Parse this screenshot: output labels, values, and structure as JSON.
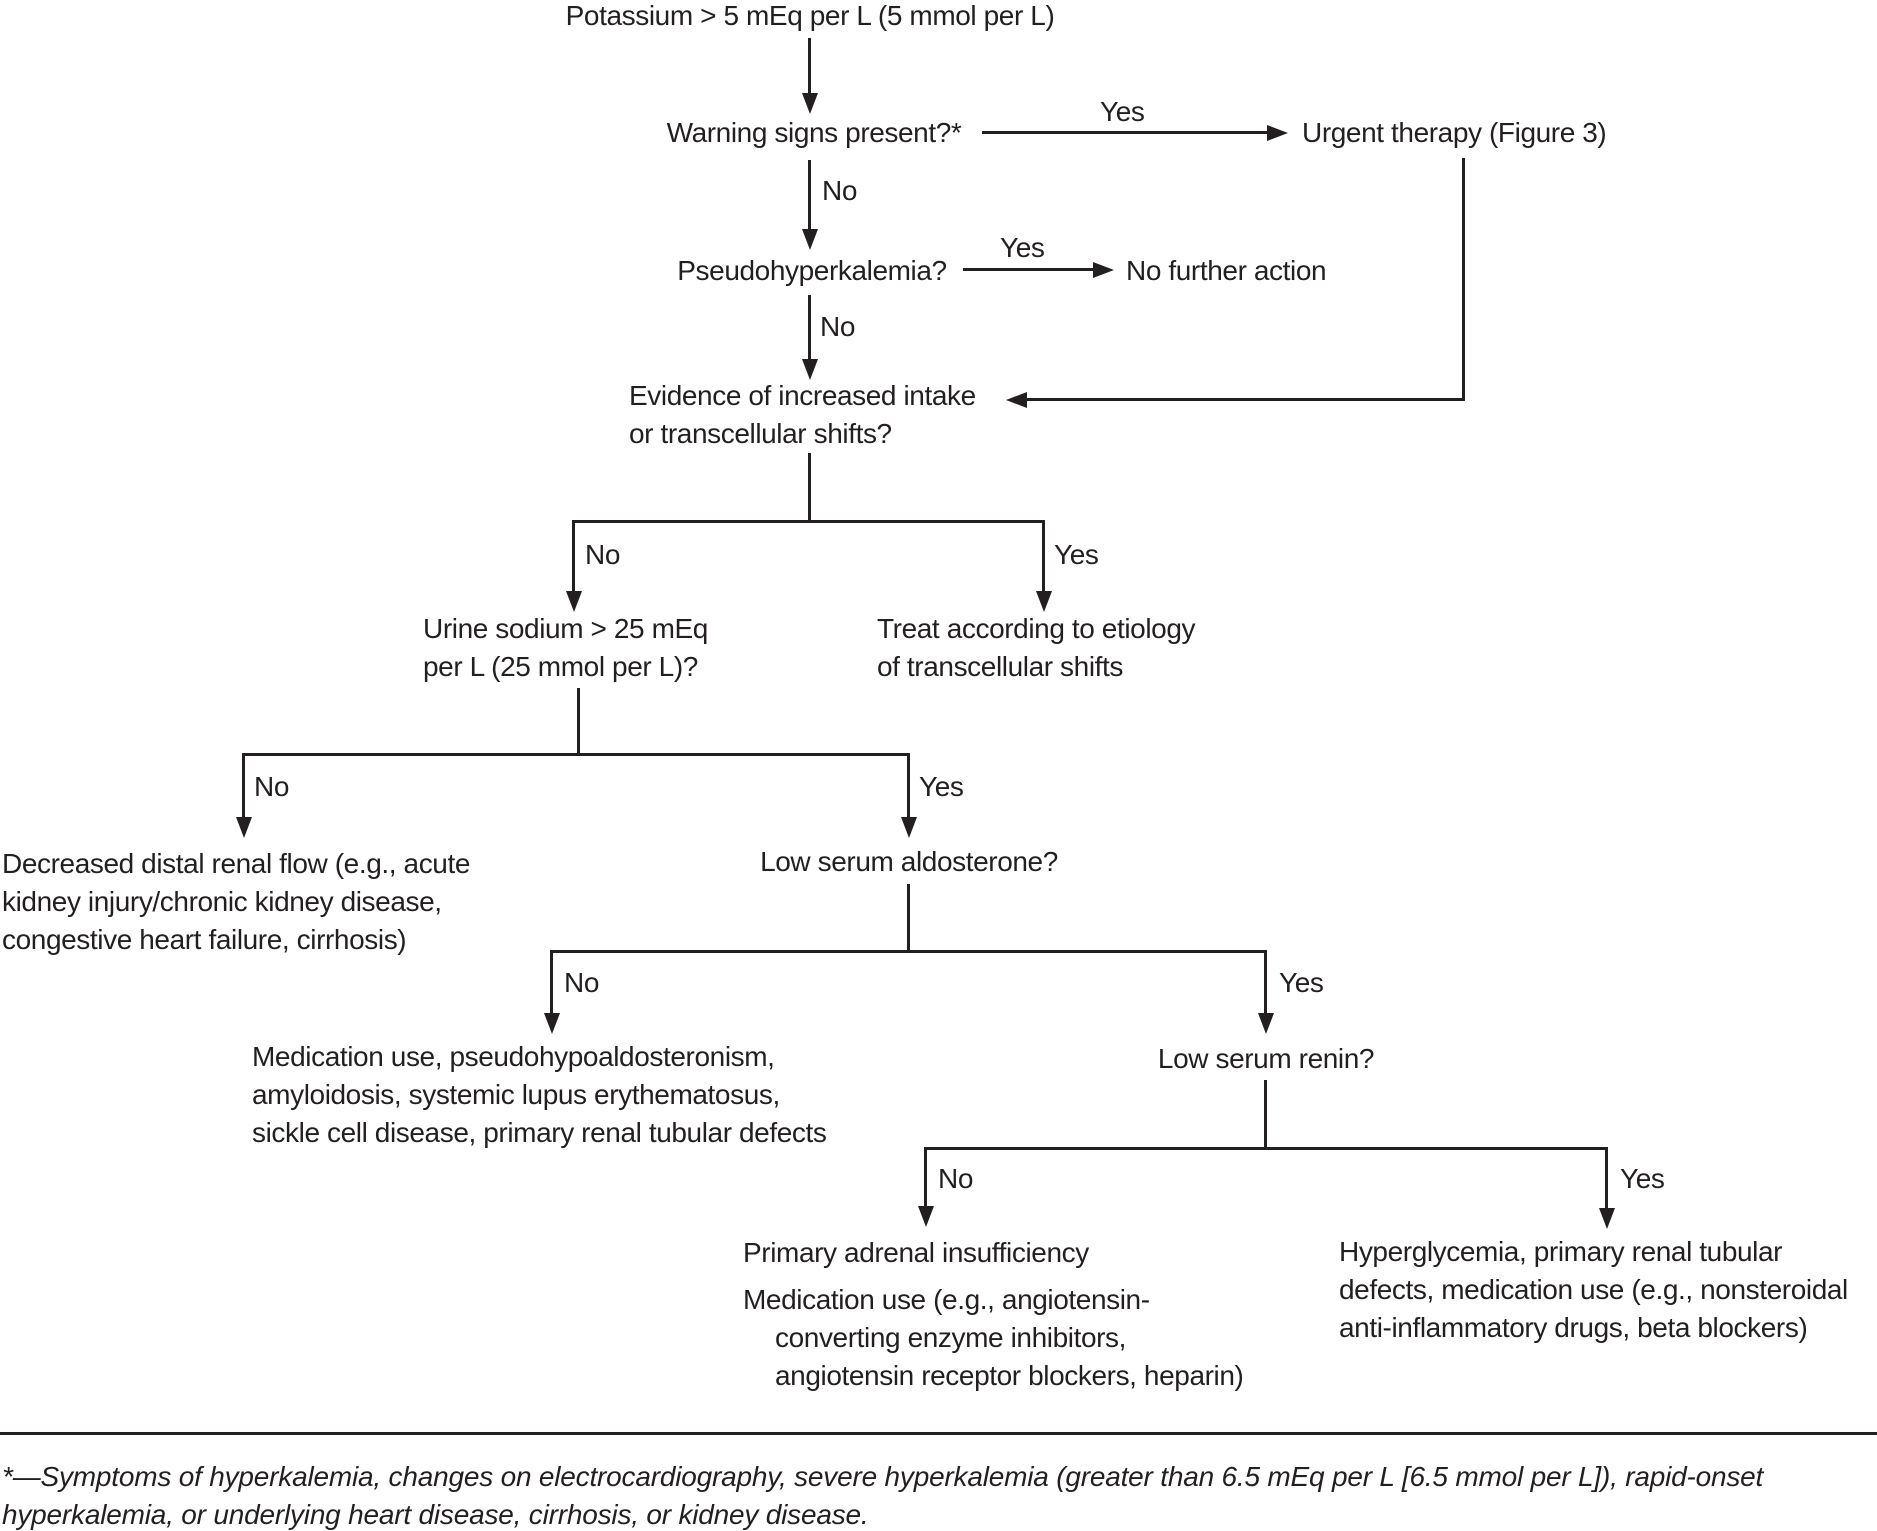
{
  "labels": {
    "yes": "Yes",
    "no": "No"
  },
  "flowchart": {
    "start": "Potassium > 5 mEq per L (5 mmol per L)",
    "warning_question": "Warning signs present?*",
    "urgent_therapy": "Urgent therapy (Figure 3)",
    "pseudo_question": "Pseudohyperkalemia?",
    "no_further_action": "No further action",
    "evidence_question": {
      "line1": "Evidence of increased intake",
      "line2": "or transcellular shifts?"
    },
    "urine_question": {
      "line1": "Urine sodium > 25 mEq",
      "line2": "per L (25 mmol per L)?"
    },
    "treat_etiology": {
      "line1": "Treat according to etiology",
      "line2": "of transcellular shifts"
    },
    "decreased_flow": {
      "line1": "Decreased distal renal flow (e.g., acute",
      "line2": "kidney injury/chronic kidney disease,",
      "line3": "congestive heart failure, cirrhosis)"
    },
    "aldosterone_question": "Low serum aldosterone?",
    "medication_causes": {
      "line1": "Medication use, pseudohypoaldosteronism,",
      "line2": "amyloidosis, systemic lupus erythematosus,",
      "line3": "sickle cell disease, primary renal tubular defects"
    },
    "renin_question": "Low serum renin?",
    "adrenal_insufficiency": "Primary adrenal insufficiency",
    "medication_use": {
      "line1": "Medication use (e.g., angiotensin-",
      "line2": "converting enzyme inhibitors,",
      "line3": "angiotensin receptor blockers, heparin)"
    },
    "hyperglycemia_causes": {
      "line1": "Hyperglycemia, primary renal tubular",
      "line2": "defects, medication use (e.g., nonsteroidal",
      "line3": "anti-inflammatory drugs, beta blockers)"
    }
  },
  "footnote": {
    "line1": "*—Symptoms of hyperkalemia, changes on electrocardiography, severe hyperkalemia (greater than 6.5 mEq per L [6.5 mmol per L]), rapid-onset",
    "line2": "hyperkalemia, or underlying heart disease, cirrhosis, or kidney disease."
  },
  "colors": {
    "ink": "#231f20",
    "background": "#ffffff"
  }
}
